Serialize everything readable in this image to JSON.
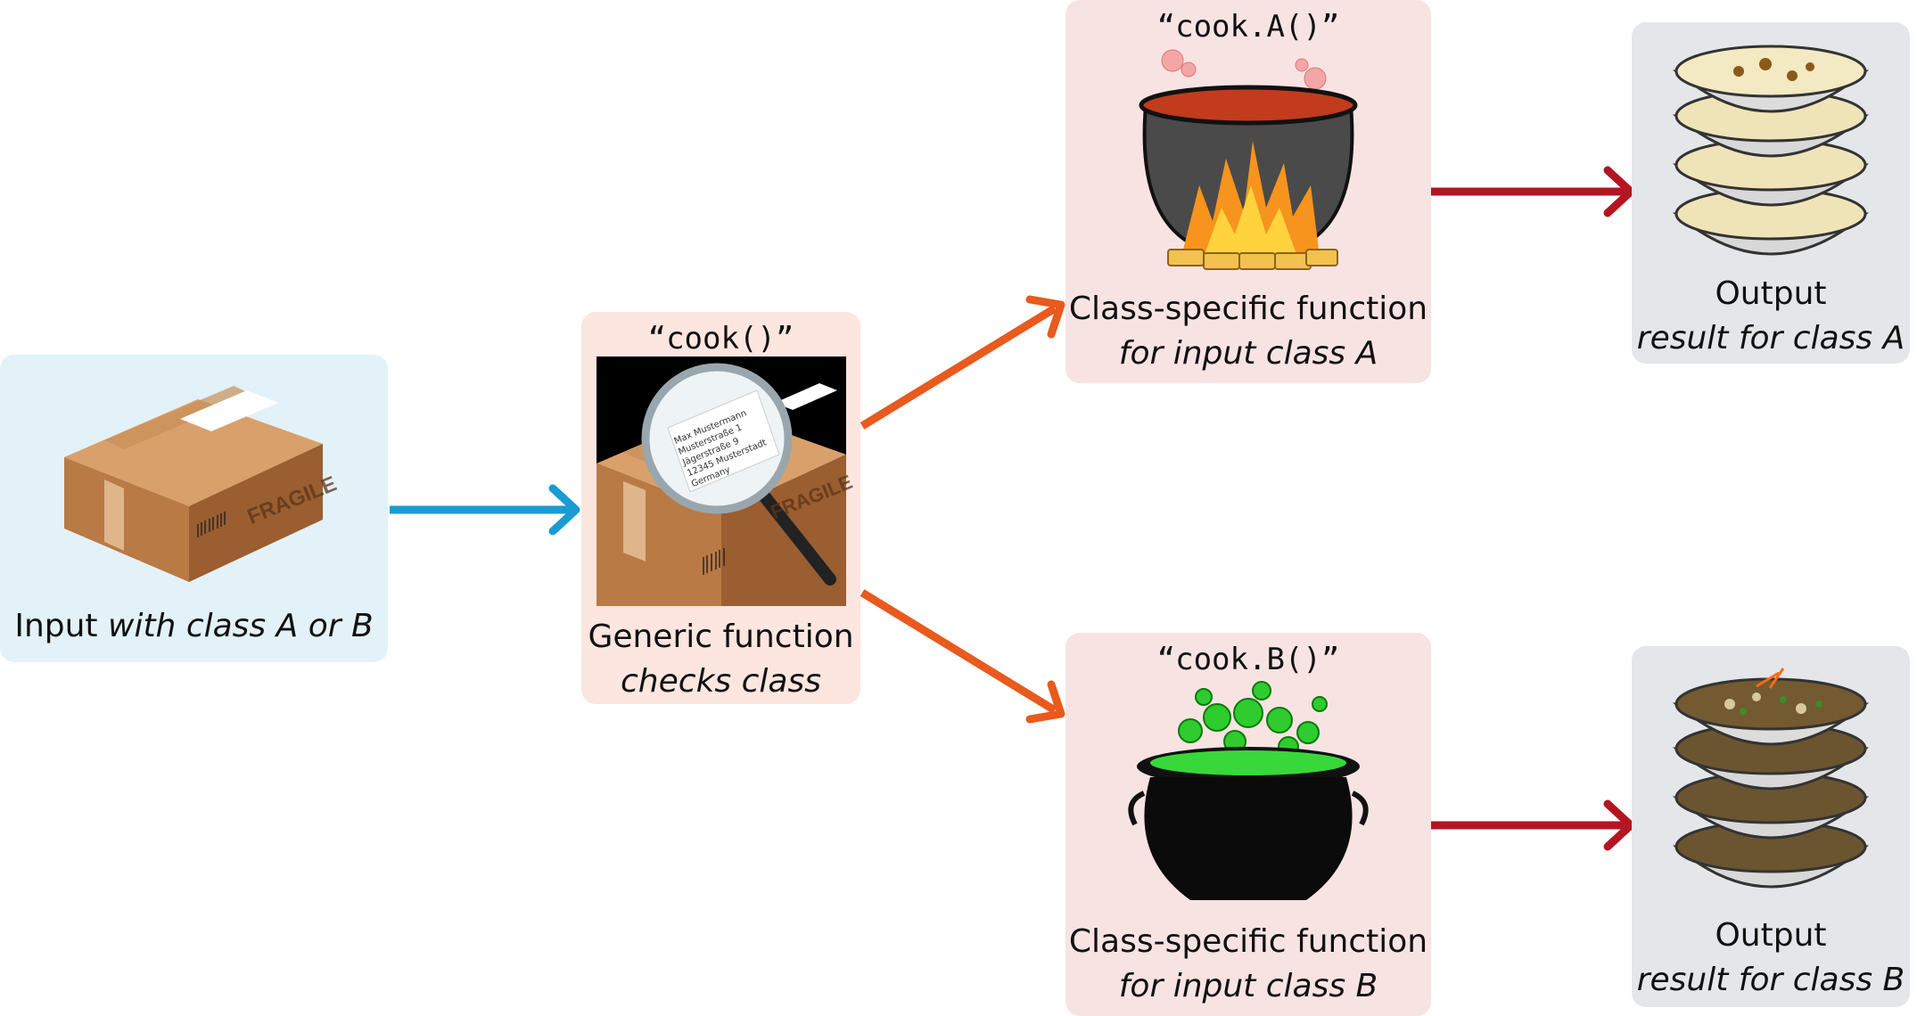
{
  "colors": {
    "input_bg": "#e2f2f8",
    "generic_bg": "#fce6df",
    "method_bg": "#f8e3e3",
    "output_bg": "#e4e6e9",
    "edge_input": "#1a9bd4",
    "edge_dispatch": "#e85a1d",
    "edge_output": "#b31522"
  },
  "nodes": {
    "input": {
      "label_plain": "Input",
      "label_italic": "with class A or B",
      "box_text": "FRAGILE"
    },
    "generic": {
      "code": "“cook()”",
      "line1": "Generic function",
      "line2": "checks class",
      "box_text": "FRAGILE",
      "address_lines": [
        "Max Mustermann",
        "Musterstraße 1",
        "Jägerstraße 9",
        "12345 Musterstadt",
        "Germany"
      ]
    },
    "method_a": {
      "code": "“cook.A()”",
      "line1": "Class-specific function",
      "line2": "for input class A"
    },
    "method_b": {
      "code": "“cook.B()”",
      "line1": "Class-specific function",
      "line2": "for input class B"
    },
    "output_a": {
      "line1": "Output",
      "line2": "result for class A"
    },
    "output_b": {
      "line1": "Output",
      "line2": "result for class B"
    }
  },
  "icons": {
    "input": "parcel-icon",
    "generic": "parcel-magnifier-icon",
    "method_a": "pot-on-fire-icon",
    "method_b": "cauldron-icon",
    "output_a": "soup-bowls-icon",
    "output_b": "stew-bowls-icon"
  },
  "edges": [
    {
      "from": "input",
      "to": "generic",
      "color_key": "edge_input"
    },
    {
      "from": "generic",
      "to": "method_a",
      "color_key": "edge_dispatch"
    },
    {
      "from": "generic",
      "to": "method_b",
      "color_key": "edge_dispatch"
    },
    {
      "from": "method_a",
      "to": "output_a",
      "color_key": "edge_output"
    },
    {
      "from": "method_b",
      "to": "output_b",
      "color_key": "edge_output"
    }
  ]
}
